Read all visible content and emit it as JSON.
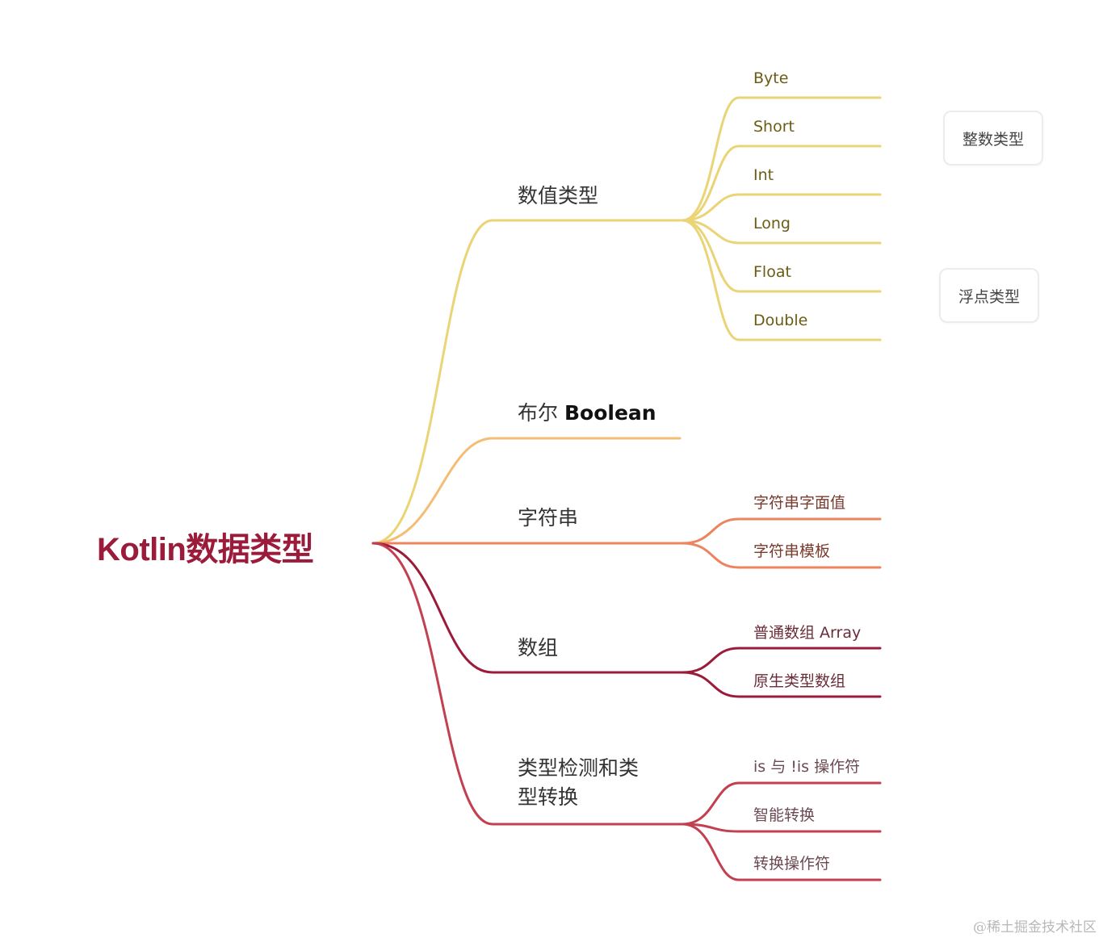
{
  "root": {
    "label": "Kotlin数据类型",
    "color": "#9b1b3a"
  },
  "branches": [
    {
      "label": "数值类型",
      "color": "#ead476",
      "text_color": "#6b5c14",
      "children": [
        "Byte",
        "Short",
        "Int",
        "Long",
        "Float",
        "Double"
      ]
    },
    {
      "label_cn": "布尔",
      "label_en": "Boolean",
      "color": "#f5bd74",
      "children": []
    },
    {
      "label": "字符串",
      "color": "#ee845d",
      "text_color": "#7a3a2e",
      "children": [
        "字符串字面值",
        "字符串模板"
      ]
    },
    {
      "label": "数组",
      "color": "#9b1b3a",
      "text_color": "#6b2d3a",
      "children": [
        "普通数组 Array",
        "原生类型数组"
      ]
    },
    {
      "label_line1": "类型检测和类",
      "label_line2": "型转换",
      "color": "#c24050",
      "text_color": "#6b4a52",
      "children": [
        "is 与 !is 操作符",
        "智能转换",
        "转换操作符"
      ]
    }
  ],
  "notes": [
    {
      "label": "整数类型",
      "groups": [
        "Byte",
        "Short",
        "Int",
        "Long"
      ]
    },
    {
      "label": "浮点类型",
      "groups": [
        "Float",
        "Double"
      ]
    }
  ],
  "watermark": "@稀土掘金技术社区"
}
